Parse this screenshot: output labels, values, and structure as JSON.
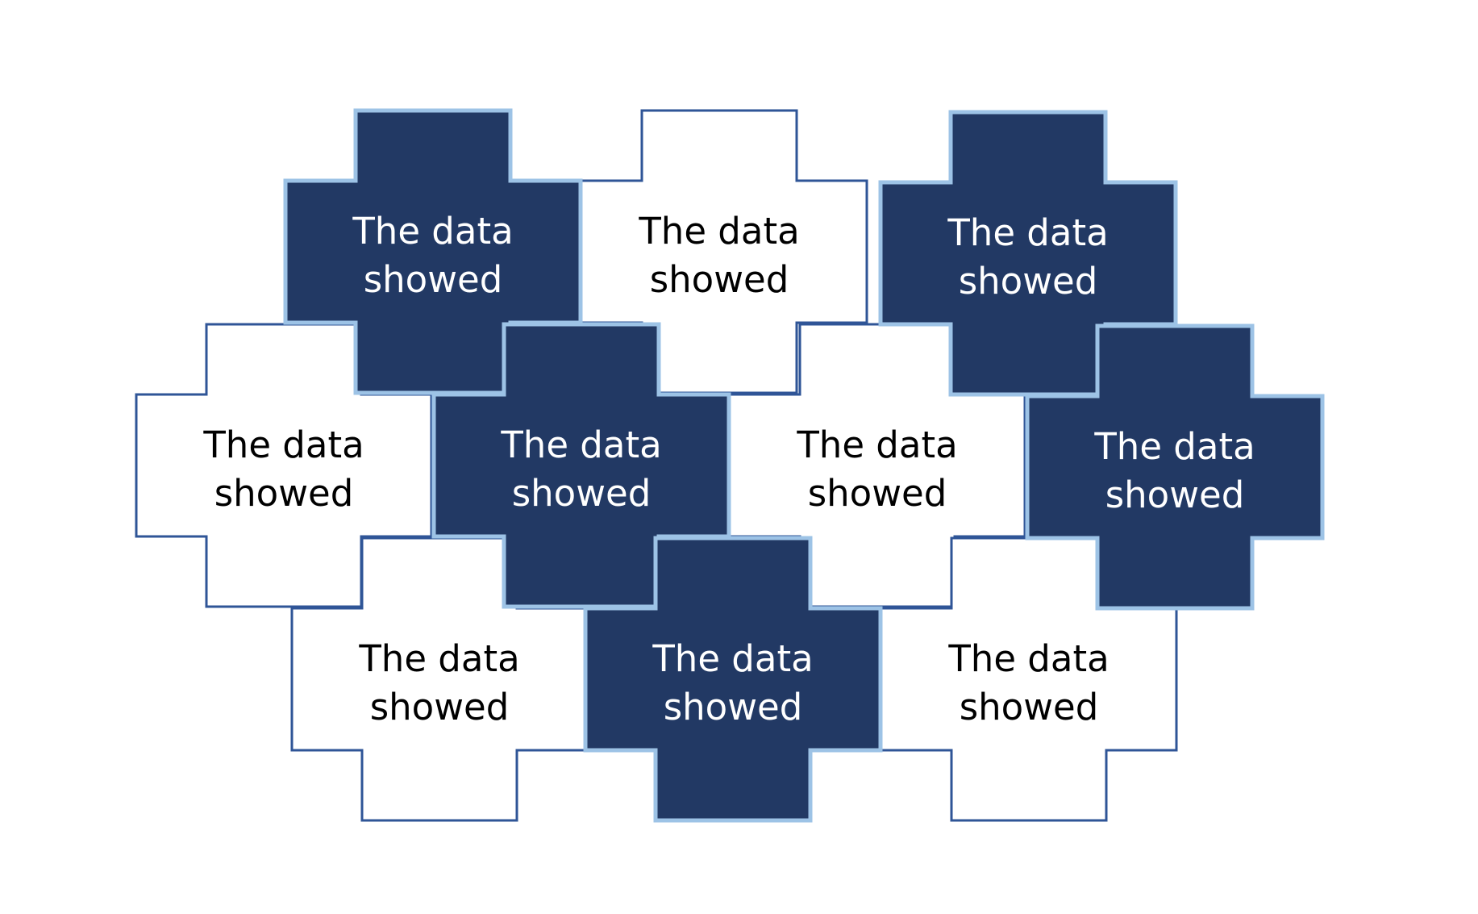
{
  "colors": {
    "dark_fill": "#223964",
    "dark_stroke": "#9dc3e6",
    "light_fill": "#ffffff",
    "light_stroke": "#2f5597",
    "dark_text": "#ffffff",
    "light_text": "#000000"
  },
  "tiles": [
    {
      "style": "light",
      "line1": "The data",
      "line2": "showed"
    },
    {
      "style": "light",
      "line1": "The data",
      "line2": "showed"
    },
    {
      "style": "light",
      "line1": "The data",
      "line2": "showed"
    },
    {
      "style": "light",
      "line1": "The data",
      "line2": "showed"
    },
    {
      "style": "light",
      "line1": "The data",
      "line2": "showed"
    },
    {
      "style": "dark",
      "line1": "The data",
      "line2": "showed"
    },
    {
      "style": "dark",
      "line1": "The data",
      "line2": "showed"
    },
    {
      "style": "dark",
      "line1": "The data",
      "line2": "showed"
    },
    {
      "style": "dark",
      "line1": "The data",
      "line2": "showed"
    },
    {
      "style": "dark",
      "line1": "The data",
      "line2": "showed"
    }
  ]
}
